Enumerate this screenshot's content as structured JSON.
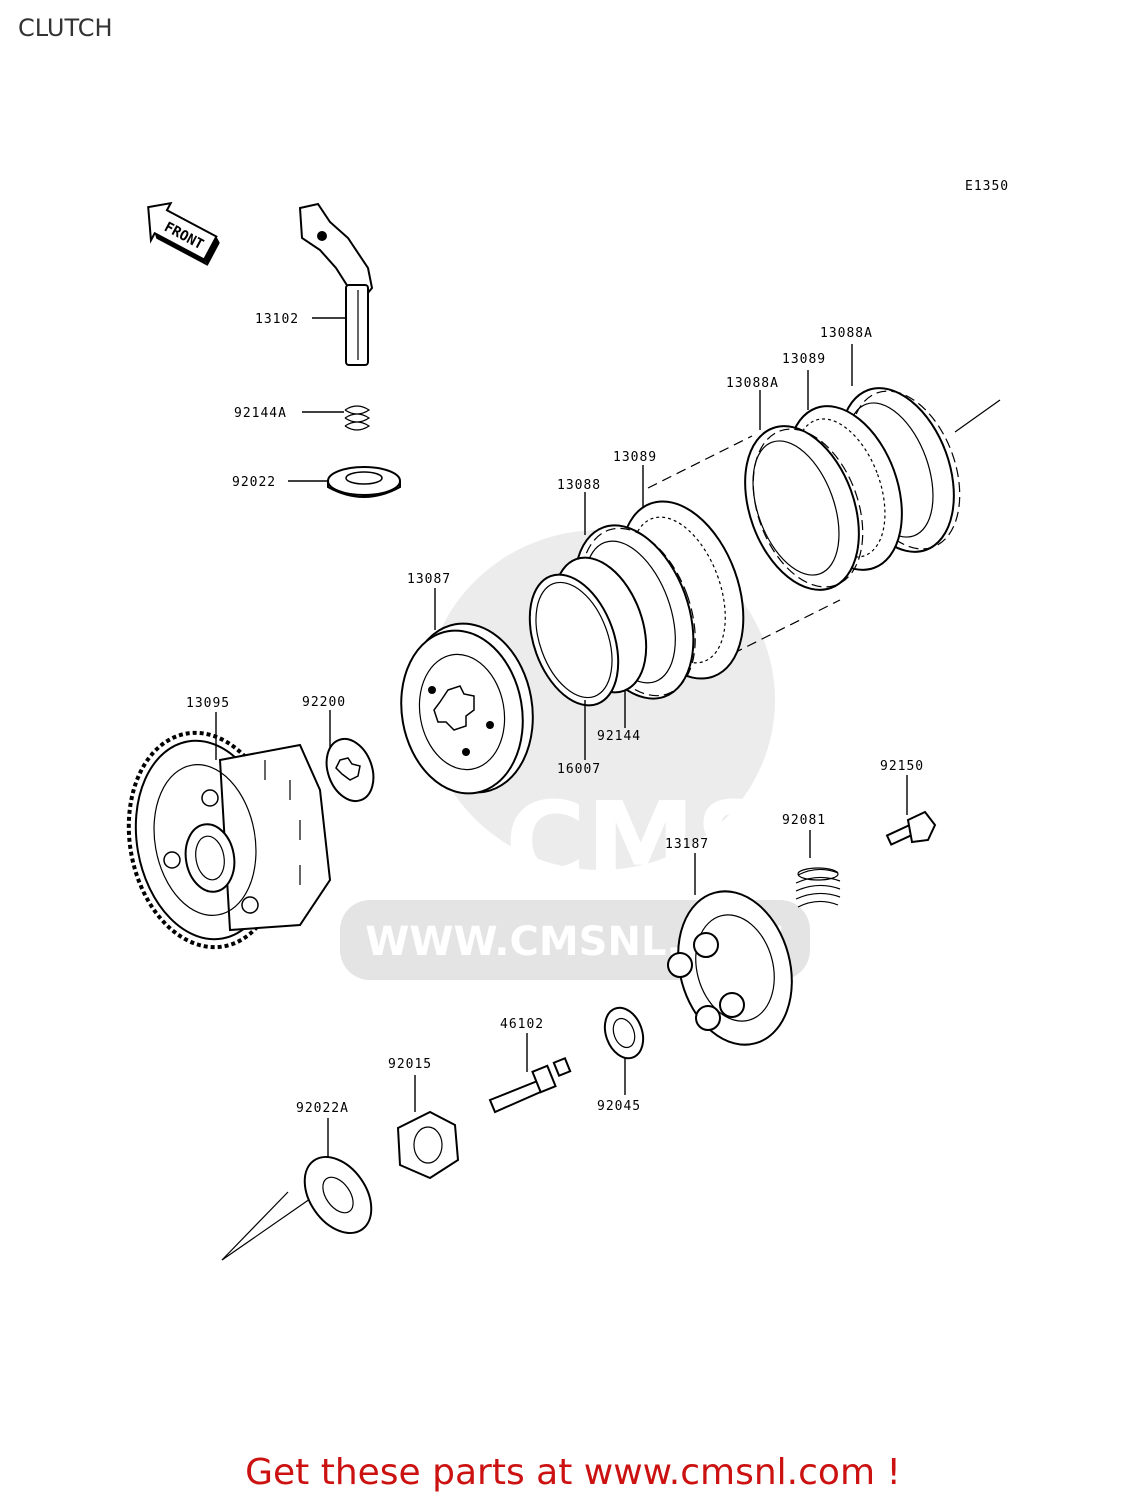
{
  "page_title": "CLUTCH",
  "figure_code": "E1350",
  "front_arrow_label": "FRONT",
  "watermark": {
    "brand": "CMS",
    "url": "WWW.CMSNL.COM"
  },
  "footer_text": "Get these parts at www.cmsnl.com !",
  "callouts": {
    "p13102": "13102",
    "p92144A": "92144A",
    "p92022": "92022",
    "p13088A_top": "13088A",
    "p13089_top": "13089",
    "p13088A": "13088A",
    "p13089": "13089",
    "p13088": "13088",
    "p13087": "13087",
    "p13095": "13095",
    "p92200": "92200",
    "p16007": "16007",
    "p92144": "92144",
    "p92150": "92150",
    "p92081": "92081",
    "p13187": "13187",
    "p46102": "46102",
    "p92015": "92015",
    "p92045": "92045",
    "p92022A": "92022A"
  }
}
